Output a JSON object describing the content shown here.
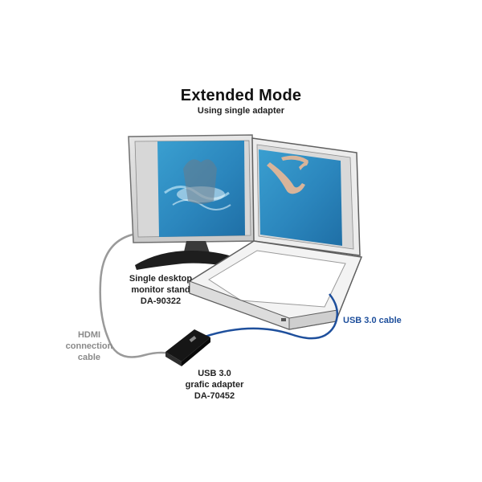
{
  "header": {
    "title": "Extended Mode",
    "subtitle": "Using single adapter"
  },
  "labels": {
    "monitor_stand": [
      "Single desktop",
      "monitor stand",
      "DA-90322"
    ],
    "hdmi_cable": [
      "HDMI",
      "connection",
      "cable"
    ],
    "usb_cable": "USB 3.0 cable",
    "adapter": [
      "USB 3.0",
      "grafic adapter",
      "DA-70452"
    ]
  },
  "colors": {
    "usb_cable": "#1e4f9c",
    "hdmi_cable": "#9a9a9a",
    "screen_water": "#2f8fc4"
  }
}
